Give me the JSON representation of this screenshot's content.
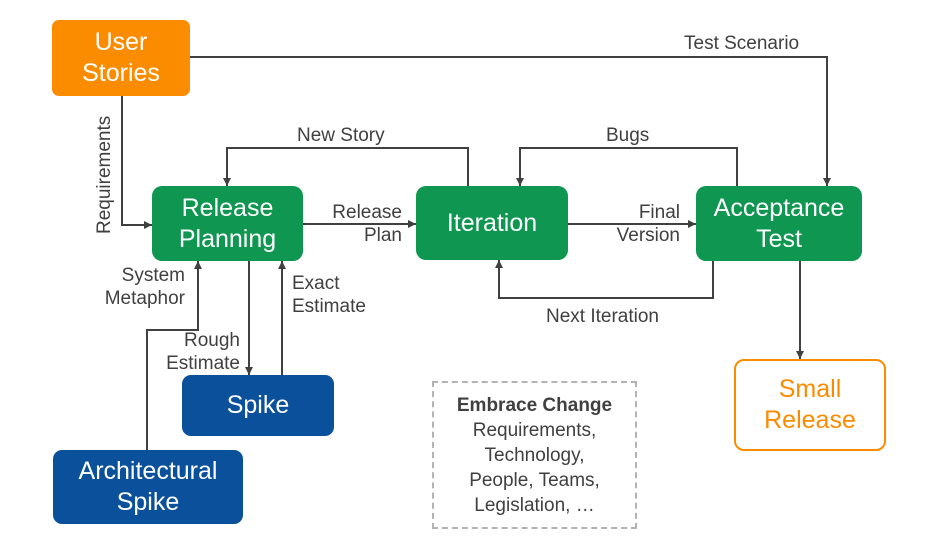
{
  "nodes": {
    "user_stories": [
      "User",
      "Stories"
    ],
    "release_planning": [
      "Release",
      "Planning"
    ],
    "iteration": [
      "Iteration"
    ],
    "acceptance_test": [
      "Acceptance",
      "Test"
    ],
    "spike": [
      "Spike"
    ],
    "architectural_spike": [
      "Architectural",
      "Spike"
    ],
    "small_release": [
      "Small",
      "Release"
    ]
  },
  "edges": {
    "test_scenario": "Test Scenario",
    "requirements": "Requirements",
    "new_story": "New Story",
    "bugs": "Bugs",
    "release_plan": [
      "Release",
      "Plan"
    ],
    "final_version": [
      "Final",
      "Version"
    ],
    "next_iteration": "Next Iteration",
    "system_metaphor": [
      "System",
      "Metaphor"
    ],
    "exact_estimate": [
      "Exact",
      "Estimate"
    ],
    "rough_estimate": [
      "Rough",
      "Estimate"
    ]
  },
  "note": {
    "title": "Embrace Change",
    "lines": [
      "Requirements,",
      "Technology,",
      "People, Teams,",
      "Legislation, …"
    ]
  },
  "colors": {
    "orange": "#fb8c00",
    "green": "#0f9650",
    "blue": "#0b509a",
    "line": "#404040",
    "dashed_border": "#b3b3b3"
  }
}
